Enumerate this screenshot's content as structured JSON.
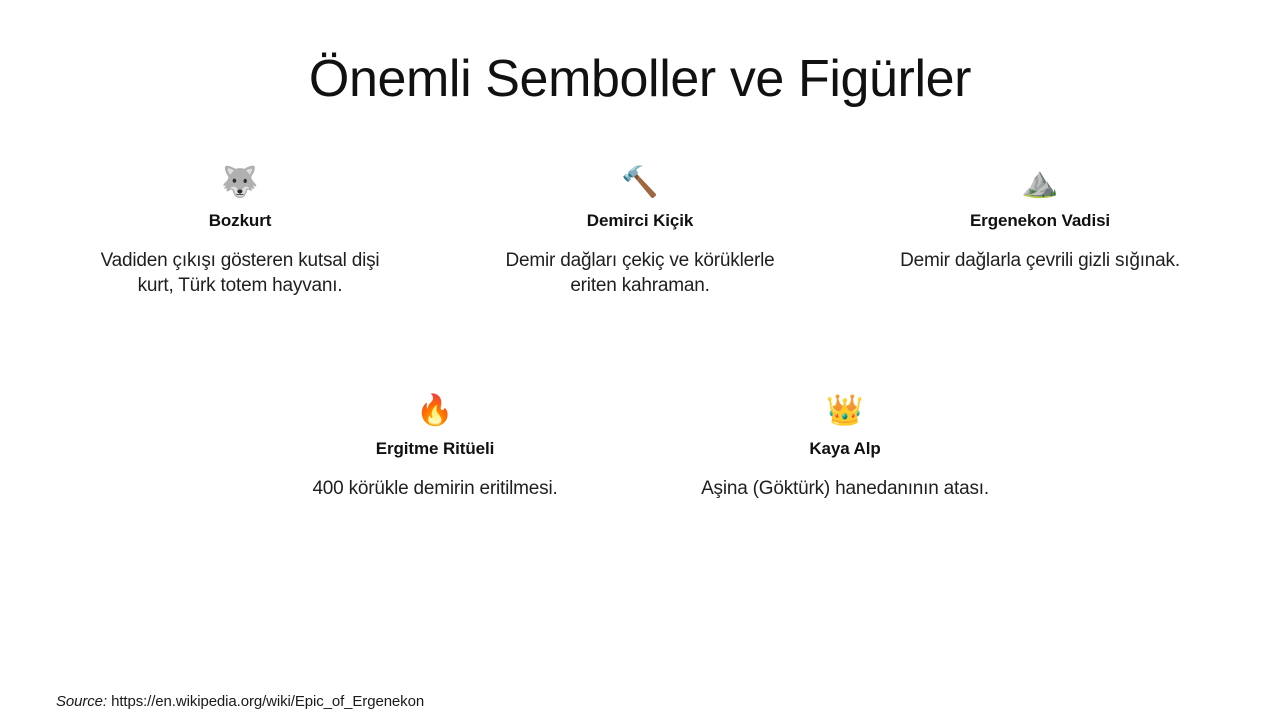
{
  "slide": {
    "title": "Önemli Semboller ve Figürler",
    "background_color": "#ffffff",
    "title_color": "#111111",
    "text_color": "#1f1f1f"
  },
  "cards": [
    {
      "icon": "🐺",
      "icon_name": "wolf-face-icon",
      "title": "Bozkurt",
      "description": "Vadiden çıkışı gösteren kutsal dişi kurt, Türk totem hayvanı."
    },
    {
      "icon": "🔨",
      "icon_name": "hammer-icon",
      "title": "Demirci Kiçik",
      "description": "Demir dağları çekiç ve körüklerle eriten kahraman."
    },
    {
      "icon": "⛰️",
      "icon_name": "mountain-icon",
      "title": "Ergenekon Vadisi",
      "description": "Demir dağlarla çevrili gizli sığınak."
    },
    {
      "icon": "🔥",
      "icon_name": "fire-icon",
      "title": "Ergitme Ritüeli",
      "description": "400 körükle demirin eritilmesi."
    },
    {
      "icon": "👑",
      "icon_name": "crown-icon",
      "title": "Kaya Alp",
      "description": "Aşina (Göktürk) hanedanının atası."
    }
  ],
  "footer": {
    "source_label": "Source:",
    "source_url": "https://en.wikipedia.org/wiki/Epic_of_Ergenekon"
  }
}
